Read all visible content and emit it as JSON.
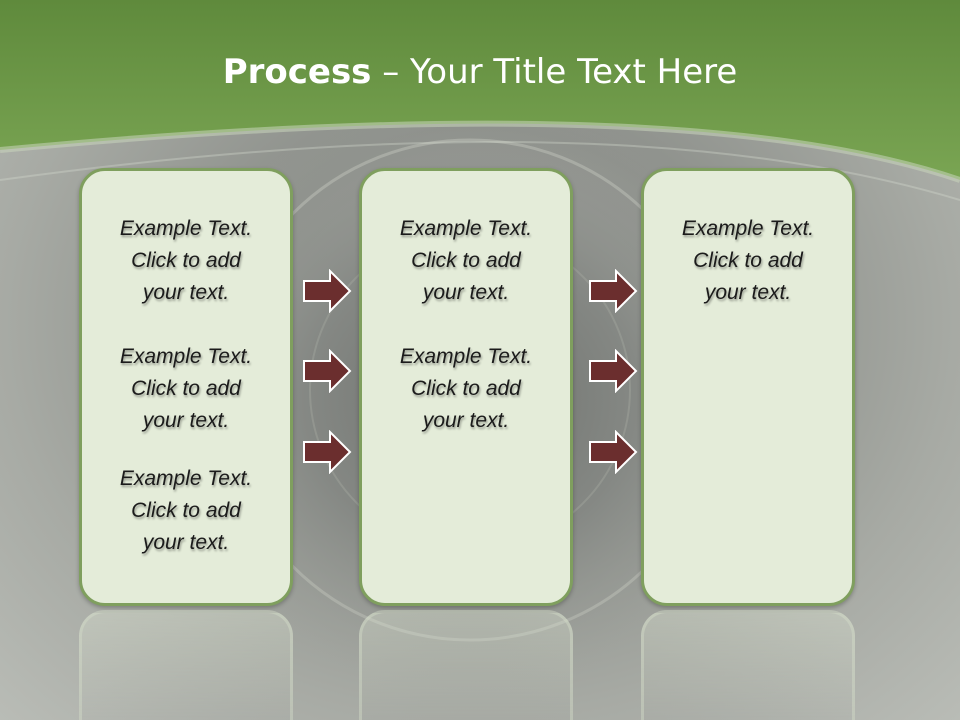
{
  "title": {
    "bold": "Process",
    "rest": " – Your Title Text Here"
  },
  "columns": [
    {
      "items": [
        {
          "line1": "Example Text.",
          "line2": "Click  to add",
          "line3": "your text."
        },
        {
          "line1": "Example Text.",
          "line2": "Click  to add",
          "line3": "your text."
        },
        {
          "line1": "Example Text.",
          "line2": "Click  to add",
          "line3": "your text."
        }
      ]
    },
    {
      "items": [
        {
          "line1": "Example Text.",
          "line2": "Click  to add",
          "line3": "your text."
        },
        {
          "line1": "Example Text.",
          "line2": "Click  to add",
          "line3": "your text."
        }
      ]
    },
    {
      "items": [
        {
          "line1": "Example Text.",
          "line2": "Click  to add",
          "line3": "your text."
        }
      ]
    }
  ],
  "colors": {
    "header_green": "#6f9a4a",
    "box_fill": "#e4ecd9",
    "box_border": "#7f9f5e",
    "arrow_fill": "#6b2e2e"
  },
  "icons": {
    "arrow": "right-arrow-icon"
  }
}
